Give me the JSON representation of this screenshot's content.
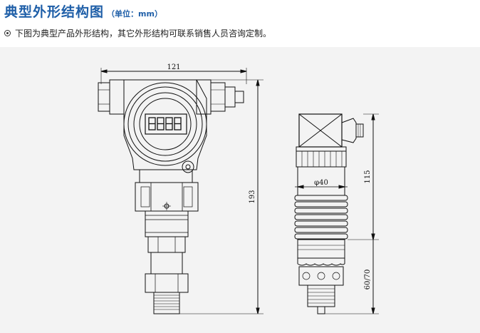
{
  "header": {
    "title": "典型外形结构图",
    "unit": "（单位：mm）"
  },
  "note": {
    "text": "下图为典型产品外形结构，其它外形结构可联系销售人员咨询定制。"
  },
  "drawing": {
    "dim_width": "121",
    "dim_height": "193",
    "dim_diameter": "φ40",
    "dim_upper": "115",
    "dim_lower": "60/70",
    "display_digits": 4
  },
  "colors": {
    "title": "#1f5fa8",
    "panel": "#f3f3f3",
    "line": "#111111"
  }
}
